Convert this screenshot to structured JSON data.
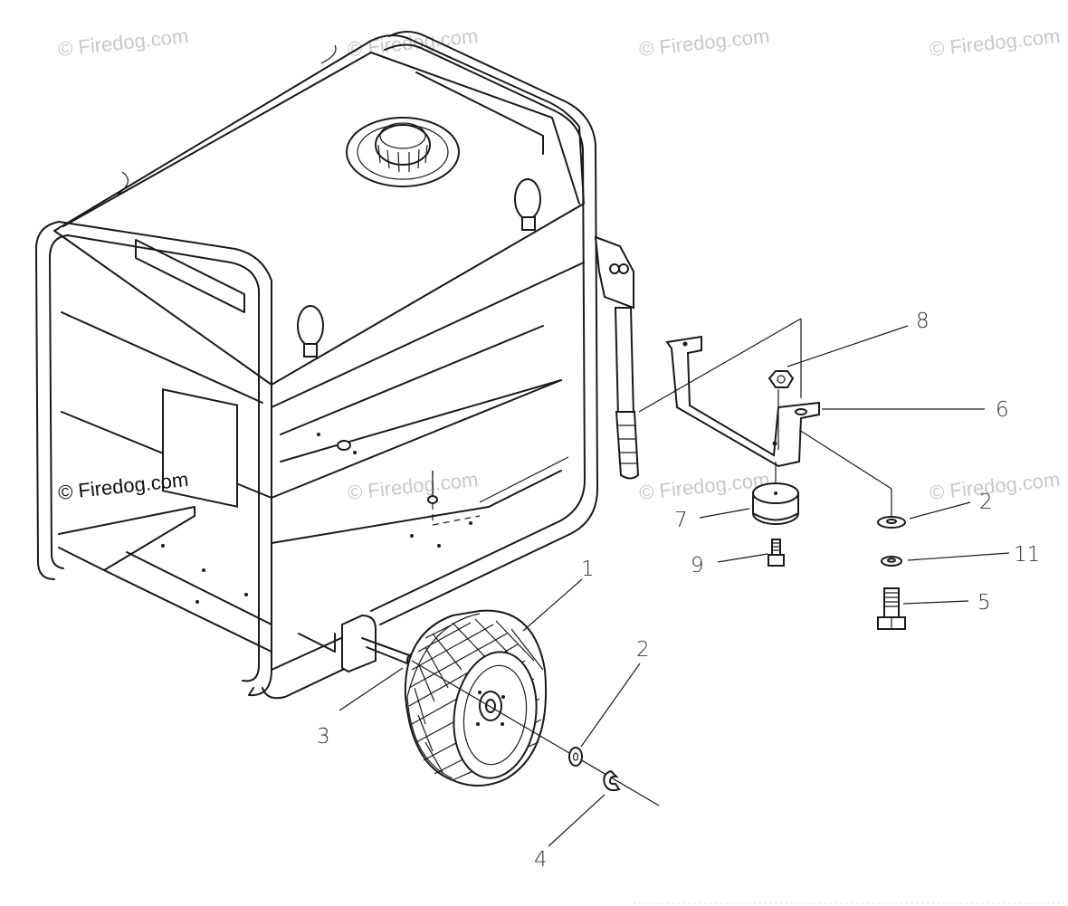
{
  "watermarks": [
    "© Firedog.com",
    "© Firedog.com",
    "© Firedog.com",
    "© Firedog.com",
    "© Firedog.com",
    "© Firedog.com",
    "© Firedog.com",
    "© Firedog.com"
  ],
  "callouts": [
    "1",
    "2",
    "2",
    "3",
    "4",
    "5",
    "6",
    "7",
    "8",
    "9",
    "11"
  ],
  "colors": {
    "line": "#1a1a1a",
    "watermark": "#c8c8c8",
    "background": "#ffffff"
  }
}
